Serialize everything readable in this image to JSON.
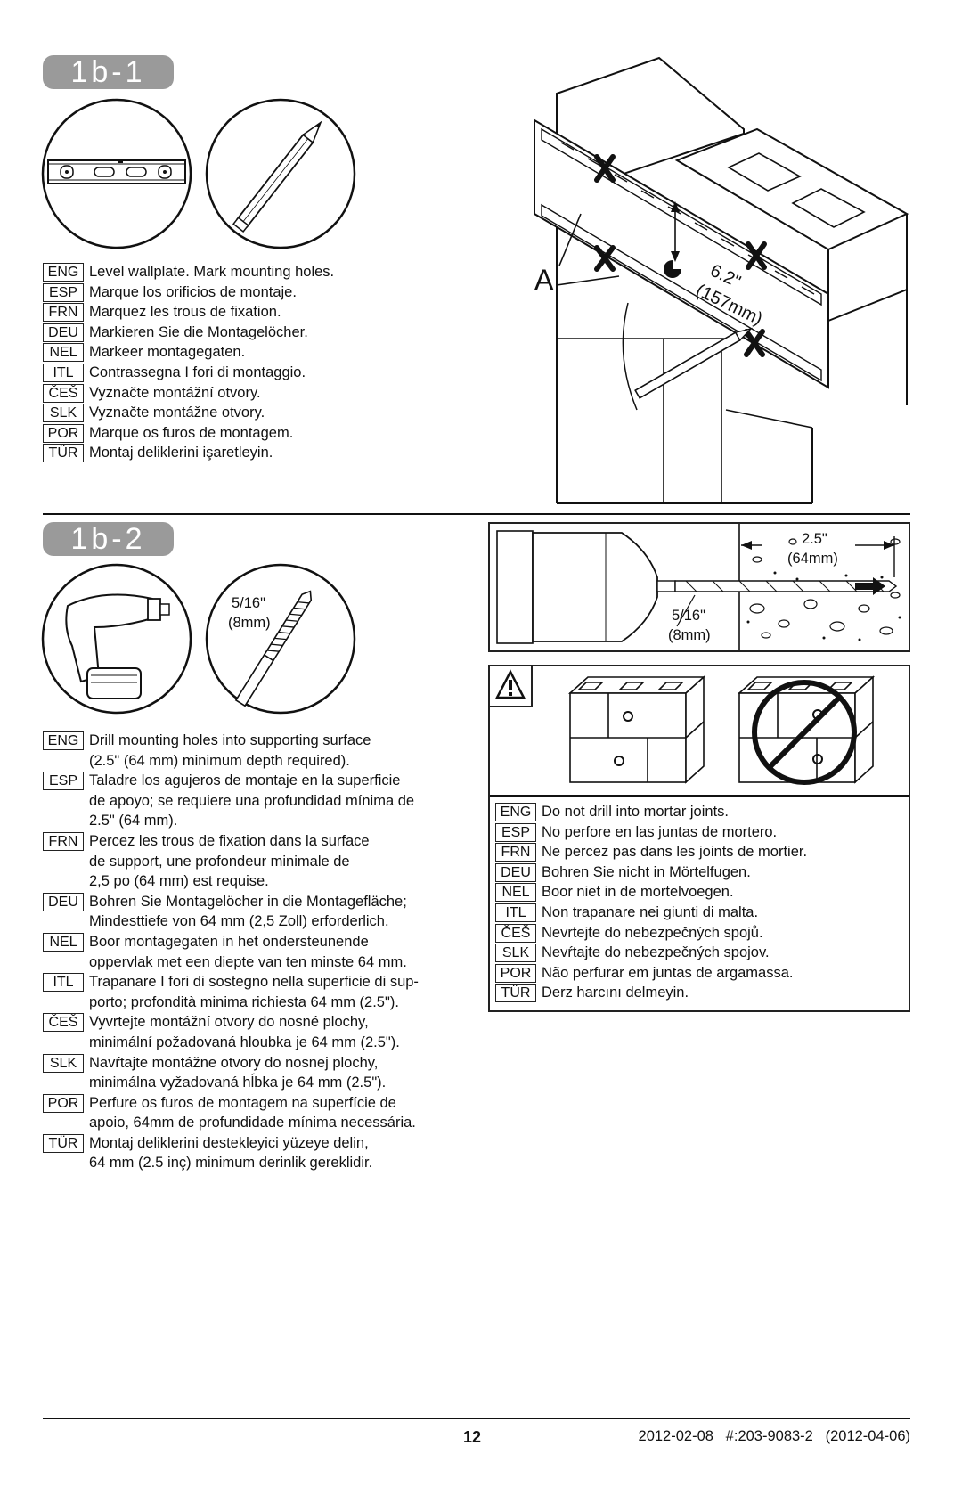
{
  "step1": {
    "label": "1b-1",
    "callout": "A",
    "dimension": [
      "6.2\"",
      "(157mm)"
    ],
    "instructions": [
      {
        "code": "ENG",
        "text": "Level wallplate.  Mark mounting holes."
      },
      {
        "code": "ESP",
        "text": "Marque los orificios de montaje."
      },
      {
        "code": "FRN",
        "text": "Marquez les trous de fixation."
      },
      {
        "code": "DEU",
        "text": "Markieren Sie die Montagelöcher."
      },
      {
        "code": "NEL",
        "text": "Markeer montagegaten."
      },
      {
        "code": "ITL",
        "text": "Contrassegna I fori di montaggio."
      },
      {
        "code": "ČEŠ",
        "text": "Vyznačte montážní otvory."
      },
      {
        "code": "SLK",
        "text": "Vyznačte montážne otvory."
      },
      {
        "code": "POR",
        "text": "Marque os furos de montagem."
      },
      {
        "code": "TÜR",
        "text": "Montaj deliklerini işaretleyin."
      }
    ]
  },
  "step2": {
    "label": "1b-2",
    "bit_size": [
      "5/16\"",
      "(8mm)"
    ],
    "depth": [
      "2.5\"",
      "(64mm)"
    ],
    "bit_size_detail": [
      "5/16\"",
      "(8mm)"
    ],
    "instructions": [
      {
        "code": "ENG",
        "lines": [
          "Drill mounting holes into supporting surface",
          "(2.5\" (64 mm) minimum depth required)."
        ]
      },
      {
        "code": "ESP",
        "lines": [
          "Taladre los agujeros de montaje en la superficie",
          "de apoyo; se requiere una profundidad mínima de",
          "2.5\" (64 mm)."
        ]
      },
      {
        "code": "FRN",
        "lines": [
          "Percez les trous de fixation dans la surface",
          "de support, une profondeur minimale de",
          "2,5 po (64 mm) est requise."
        ]
      },
      {
        "code": "DEU",
        "lines": [
          "Bohren Sie Montagelöcher in die Montagefläche;",
          "Mindesttiefe von 64 mm (2,5 Zoll) erforderlich."
        ]
      },
      {
        "code": "NEL",
        "lines": [
          "Boor montagegaten in het ondersteunende",
          "oppervlak met een diepte van ten minste 64 mm."
        ]
      },
      {
        "code": "ITL",
        "lines": [
          "Trapanare I fori di sostegno nella superficie di sup-",
          "porto; profondità minima richiesta 64 mm (2.5\")."
        ]
      },
      {
        "code": "ČEŠ",
        "lines": [
          "Vyvrtejte montážní otvory do nosné plochy,",
          "minimální požadovaná hloubka je 64 mm (2.5\")."
        ]
      },
      {
        "code": "SLK",
        "lines": [
          "Navŕtajte montážne otvory do nosnej plochy,",
          "minimálna vyžadovaná hĺbka je 64 mm (2.5\")."
        ]
      },
      {
        "code": "POR",
        "lines": [
          "Perfure os furos de montagem na superfície de",
          "apoio, 64mm de profundidade mínima necessária."
        ]
      },
      {
        "code": "TÜR",
        "lines": [
          "Montaj deliklerini destekleyici yüzeye delin,",
          "64 mm (2.5 inç) minimum derinlik gereklidir."
        ]
      }
    ],
    "warning": [
      {
        "code": "ENG",
        "text": "Do not drill into mortar joints."
      },
      {
        "code": "ESP",
        "text": "No perfore en las juntas de mortero."
      },
      {
        "code": "FRN",
        "text": "Ne percez pas dans les joints de mortier."
      },
      {
        "code": "DEU",
        "text": "Bohren Sie nicht in Mörtelfugen."
      },
      {
        "code": "NEL",
        "text": "Boor niet in de mortelvoegen."
      },
      {
        "code": "ITL",
        "text": "Non trapanare nei giunti di malta."
      },
      {
        "code": "ČEŠ",
        "text": "Nevrtejte do nebezpečných spojů."
      },
      {
        "code": "SLK",
        "text": "Nevŕtajte do nebezpečných spojov."
      },
      {
        "code": "POR",
        "text": "Não perfurar em juntas de argamassa."
      },
      {
        "code": "TÜR",
        "text": "Derz harcını delmeyin."
      }
    ]
  },
  "footer": {
    "page": "12",
    "doc_info": "2012-02-08   #:203-9083-2   (2012-04-06)"
  }
}
